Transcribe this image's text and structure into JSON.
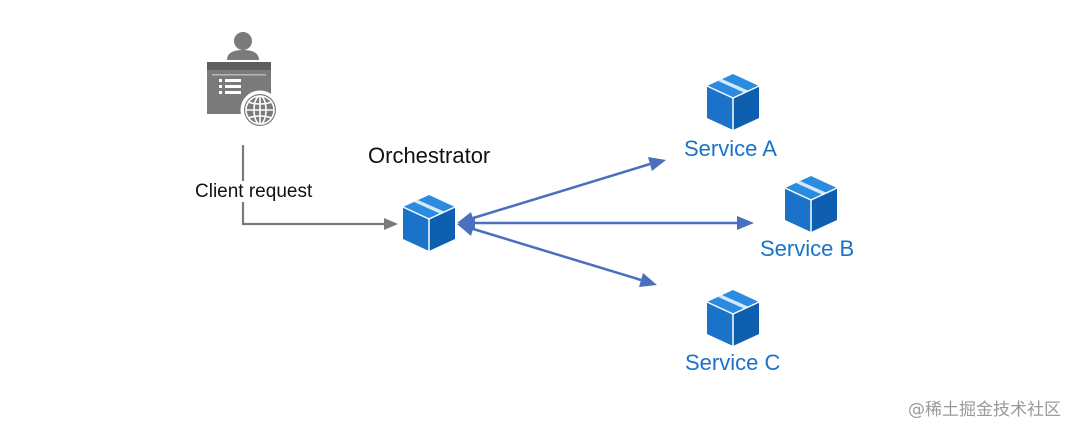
{
  "diagram": {
    "client_request_label": "Client request",
    "orchestrator_label": "Orchestrator",
    "services": [
      {
        "label": "Service A"
      },
      {
        "label": "Service B"
      },
      {
        "label": "Service C"
      }
    ],
    "watermark": "@稀土掘金技术社区",
    "colors": {
      "service_blue": "#1a73c8",
      "arrow_blue": "#4a6fbe",
      "client_gray": "#7a7a7a",
      "text": "#111111"
    },
    "icons": [
      "user-icon",
      "browser-window-icon",
      "globe-icon",
      "box-icon"
    ]
  }
}
